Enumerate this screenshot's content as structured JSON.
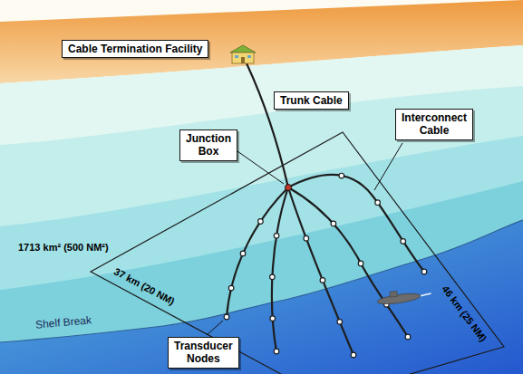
{
  "diagram": {
    "nodes": [
      {
        "text": [
          "Cable Termination Facility"
        ]
      },
      {
        "text": [
          "Trunk Cable"
        ]
      },
      {
        "text": [
          "Junction Box"
        ]
      },
      {
        "text": [
          "Interconnect Cable"
        ]
      },
      {
        "text": [
          "Transducer Nodes"
        ]
      }
    ],
    "labels": [
      "1713 km² (500 NM²)",
      "37 km (20 NM)",
      "46 km (25 NM)",
      "Shelf Break"
    ]
  }
}
